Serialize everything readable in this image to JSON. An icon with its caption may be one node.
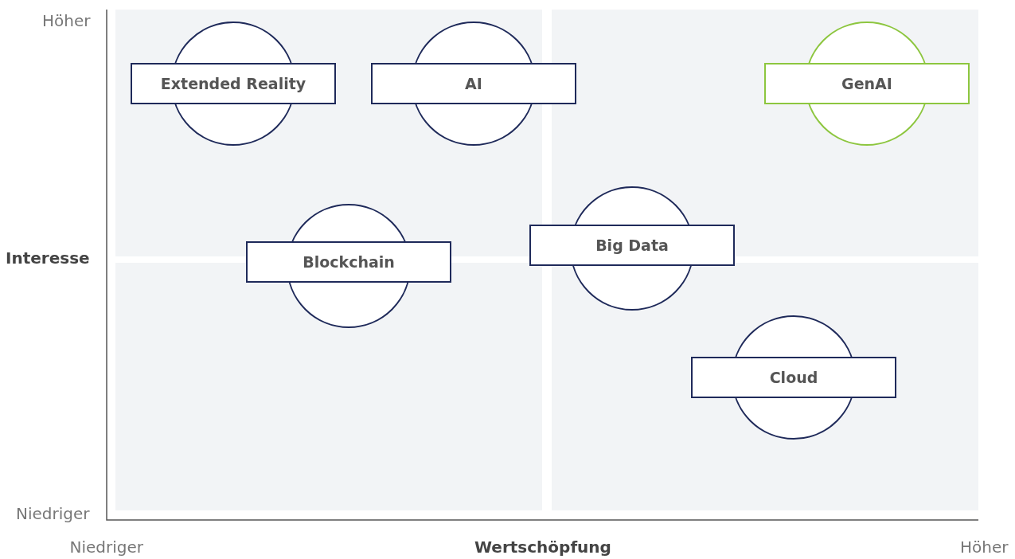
{
  "diagram": {
    "nodes": [
      {
        "text": [
          "Extended Reality"
        ]
      },
      {
        "text": [
          "AI"
        ]
      },
      {
        "text": [
          "GenAI"
        ]
      },
      {
        "text": [
          "Blockchain"
        ]
      },
      {
        "text": [
          "Big Data"
        ]
      },
      {
        "text": [
          "Cloud"
        ]
      }
    ],
    "labels": [
      "Höher",
      "Interesse",
      "Niedriger",
      "Niedriger",
      "Wertschöpfung",
      "Höher"
    ]
  }
}
